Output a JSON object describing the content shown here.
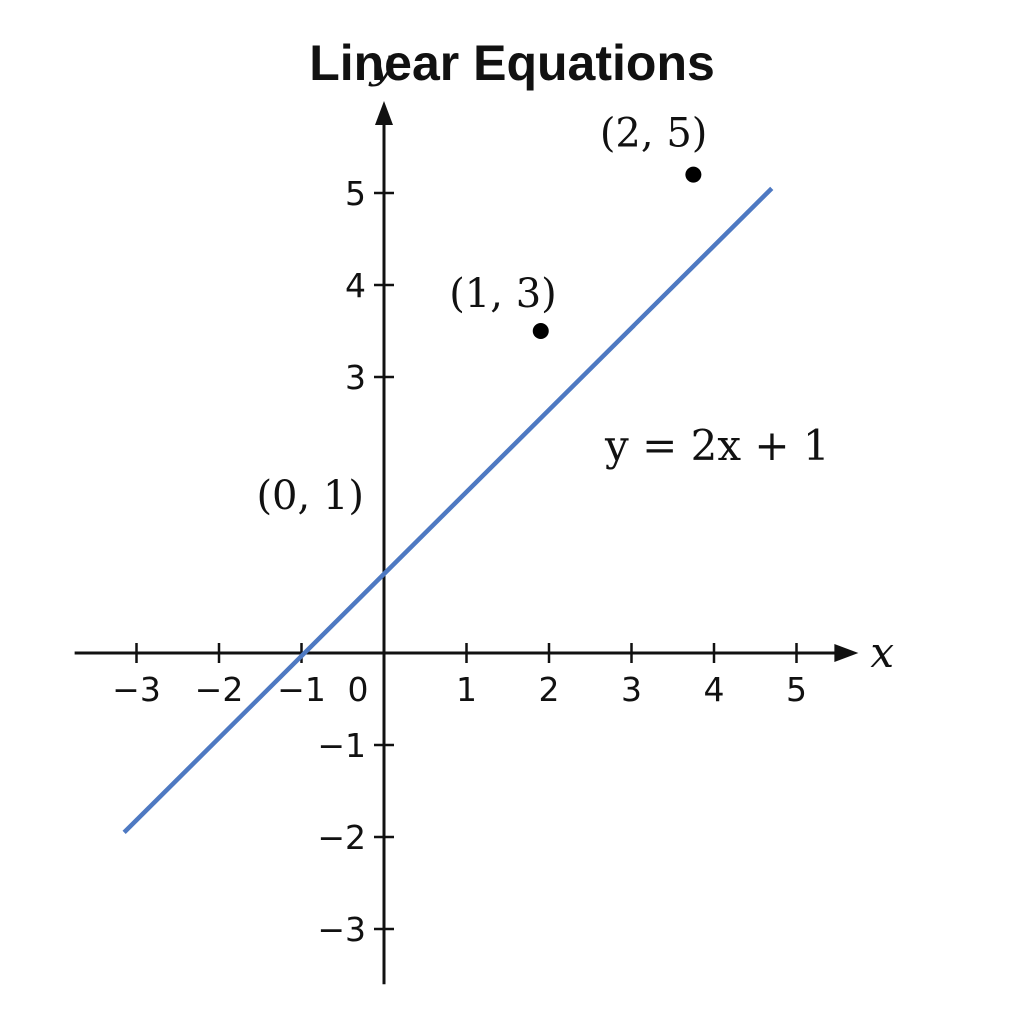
{
  "chart_data": {
    "type": "line",
    "title": "Linear Equations",
    "xlabel": "x",
    "ylabel": "y",
    "xlim": [
      -3.75,
      5.75
    ],
    "ylim": [
      -3.6,
      6.0
    ],
    "x_ticks": [
      -3,
      -2,
      -1,
      0,
      1,
      2,
      3,
      4,
      5
    ],
    "x_tick_labels": [
      "−3",
      "−2",
      "−1",
      "0",
      "1",
      "2",
      "3",
      "4",
      "5"
    ],
    "y_ticks": [
      5,
      4,
      3,
      -1,
      -2,
      -3
    ],
    "y_tick_labels": [
      "5",
      "4",
      "3",
      "−1",
      "−2",
      "−3"
    ],
    "grid": false,
    "line_color": "#4e79c2",
    "series": [
      {
        "name": "y = 2x + 1",
        "x": [
          -3.15,
          4.7
        ],
        "y": [
          -1.95,
          5.05
        ]
      }
    ],
    "points": [
      {
        "label": "(0, 1)",
        "x": 0,
        "y": 1,
        "marker": false
      },
      {
        "label": "(1, 3)",
        "x": 1.9,
        "y": 3.5,
        "marker": true
      },
      {
        "label": "(2, 5)",
        "x": 3.75,
        "y": 5.2,
        "marker": true
      }
    ],
    "annotation": "y = 2x + 1"
  }
}
